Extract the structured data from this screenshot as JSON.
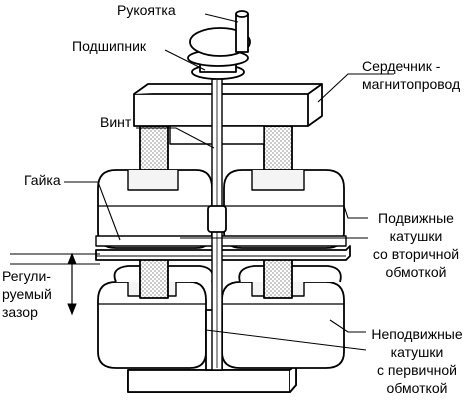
{
  "labels": {
    "handle": "Рукоятка",
    "bearing": "Подшипник",
    "core_1": "Сердечник -",
    "core_2": "магнитопровод",
    "screw": "Винт",
    "nut": "Гайка",
    "movable_1": "Подвижные",
    "movable_2": "катушки",
    "movable_3": "со вторичной",
    "movable_4": "обмоткой",
    "gap_1": "Регули-",
    "gap_2": "руемый",
    "gap_3": "зазор",
    "fixed_1": "Неподвижные",
    "fixed_2": "катушки",
    "fixed_3": "с первичной",
    "fixed_4": "обмоткой"
  },
  "colors": {
    "ink": "#000000",
    "paper": "#ffffff",
    "shade": "#d0d0d0"
  }
}
